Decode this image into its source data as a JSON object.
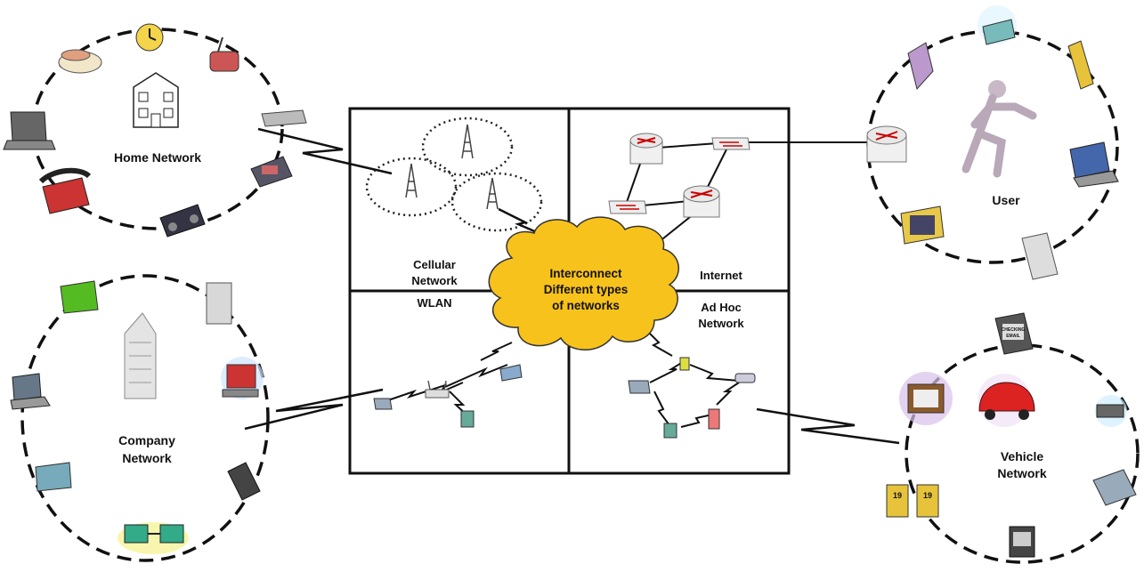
{
  "labels": {
    "home_network": "Home Network",
    "company_network": [
      "Company",
      "Network"
    ],
    "user": "User",
    "vehicle_network": [
      "Vehicle",
      "Network"
    ],
    "cellular_network": [
      "Cellular",
      "Network"
    ],
    "internet": "Internet",
    "wlan": "WLAN",
    "adhoc_network": [
      "Ad Hoc",
      "Network"
    ],
    "cloud": [
      "Interconnect",
      "Different types",
      "of networks"
    ],
    "pda_screen": [
      "CHECKING",
      "EMAIL"
    ],
    "pager_number": "19"
  },
  "colors": {
    "cloud_fill": "#f7c21b",
    "cloud_stroke": "#333333",
    "line": "#111111"
  }
}
